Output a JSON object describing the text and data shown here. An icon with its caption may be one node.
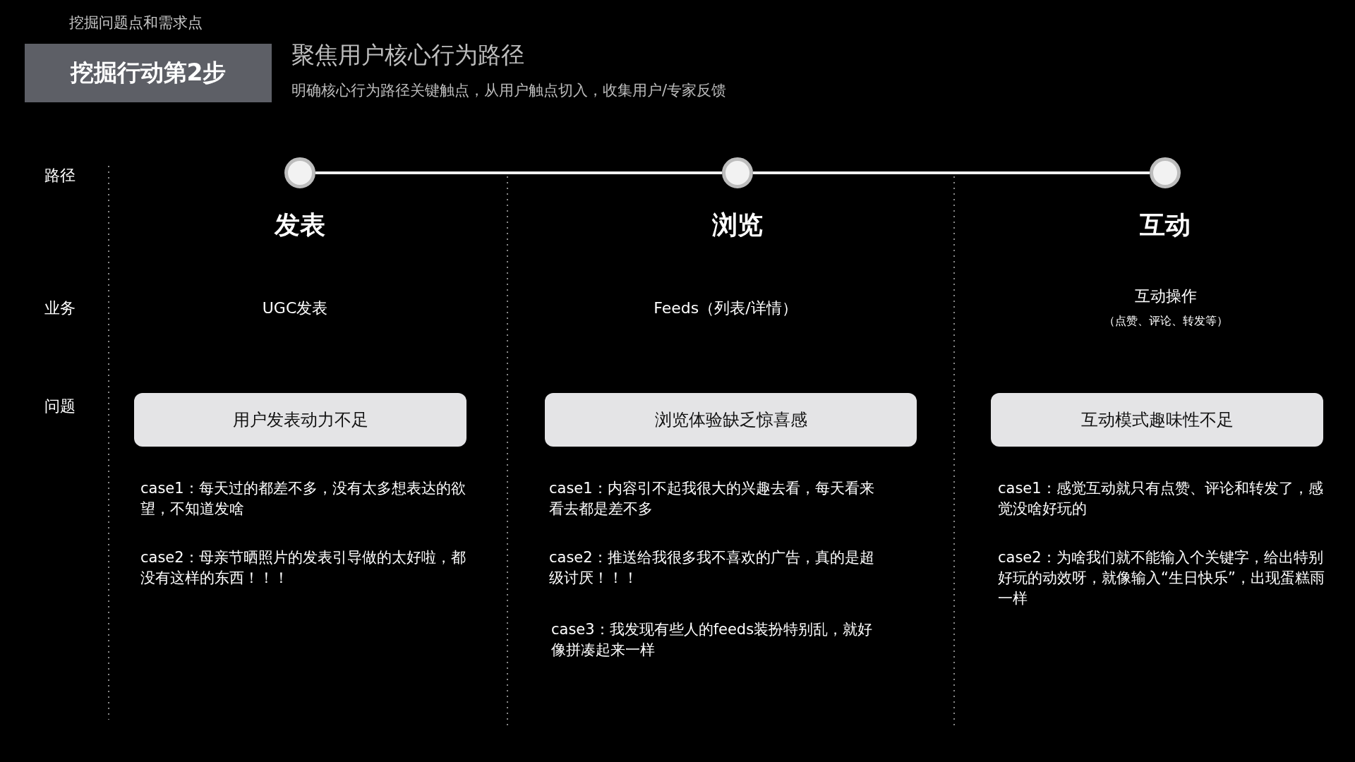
{
  "diagram": {
    "title": "聚焦用户核心行为路径",
    "nodes": [
      {
        "text": [
          "挖掘行动第2步"
        ]
      },
      {
        "text": [],
        "shape": "circle",
        "beside": [
          "发表"
        ]
      },
      {
        "text": [],
        "shape": "circle",
        "beside": [
          "浏览"
        ]
      },
      {
        "text": [],
        "shape": "circle",
        "beside": [
          "互动"
        ]
      },
      {
        "text": [
          "用户发表动力不足"
        ]
      },
      {
        "text": [
          "浏览体验缺乏惊喜感"
        ]
      },
      {
        "text": [
          "互动模式趣味性不足"
        ]
      }
    ],
    "edges": [
      {
        "from": 1,
        "to": 2,
        "arrow": "none"
      },
      {
        "from": 2,
        "to": 3,
        "arrow": "none"
      }
    ],
    "labels": [
      "挖掘问题点和需求点",
      "明确核心行为路径关键触点，从用户触点切入，收集用户/专家反馈",
      "路径",
      "业务",
      "UGC发表",
      "Feeds（列表/详情）",
      "互动操作",
      "（点赞、评论、转发等）",
      "问题",
      "case1：每天过的都差不多，没有太多想表达的欲望，不知道发啥",
      "case1：内容引不起我很大的兴趣去看，每天看来看去都是差不多",
      "case1：感觉互动就只有点赞、评论和转发了，感觉没啥好玩的",
      "case2：母亲节晒照片的发表引导做的太好啦，都没有这样的东西！！！",
      "case2：推送给我很多我不喜欢的广告，真的是超级讨厌！！！",
      "case2：为啥我们就不能输入个关键字，给出特别好玩的动效呀，就像输入“生日快乐”，出现蛋糕雨一样",
      "case3：我发现有些人的feeds装扮特别乱，就好像拼凑起来一样"
    ]
  }
}
